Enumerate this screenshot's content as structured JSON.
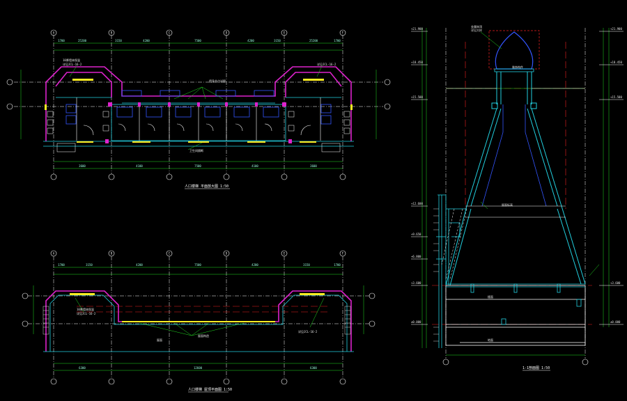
{
  "canvas": {
    "background": "#000000"
  },
  "colors": {
    "grid": "#ffffff",
    "dim": "#22dd22",
    "wall_magenta": "#dd22cc",
    "wall_cyan": "#22d0e0",
    "window_yellow": "#ffee22",
    "fixture_blue": "#3355ff",
    "axis_red": "#ee2222",
    "text": "#e8e8e8"
  },
  "plan_top": {
    "grid_labels": [
      "A",
      "B",
      "C",
      "D",
      "E",
      "F"
    ],
    "dims_top": [
      "1700",
      "25200",
      "3150",
      "4200",
      "7500",
      "4200",
      "3150",
      "25200",
      "1700"
    ],
    "dims_bottom": [
      "3600",
      "4100",
      "7500",
      "4100",
      "3600"
    ],
    "callouts": [
      "10厚墙体保温",
      "详见JCL-16-2",
      "墙身节点详图",
      "详见JCL-16-2",
      "卫生间隔断"
    ],
    "title": "人口楼梯 平面放大图  1:50"
  },
  "plan_bottom": {
    "grid_labels": [
      "A",
      "B",
      "C",
      "D",
      "E",
      "F"
    ],
    "dims_top": [
      "1700",
      "3150",
      "4200",
      "7500",
      "4200",
      "3150",
      "1700"
    ],
    "dims_bottom": [
      "6300",
      "12600",
      "6300"
    ],
    "callouts": [
      "10厚墙体保温",
      "详见JCL-16-2",
      "屋面构造",
      "详见JCL-16-2",
      "屋面"
    ],
    "title": "人口楼梯 屋顶平面图  1:50"
  },
  "section": {
    "elevations": [
      "+21.900",
      "+18.450",
      "+15.500",
      "+12.600",
      "+9.650",
      "+6.800",
      "+3.600",
      "±0.000"
    ],
    "labels": [
      "金属饰顶",
      "详见大样",
      "装饰构件",
      "屋面标高",
      "楼面",
      "地面"
    ],
    "title": "1-1剖面图  1:50"
  }
}
